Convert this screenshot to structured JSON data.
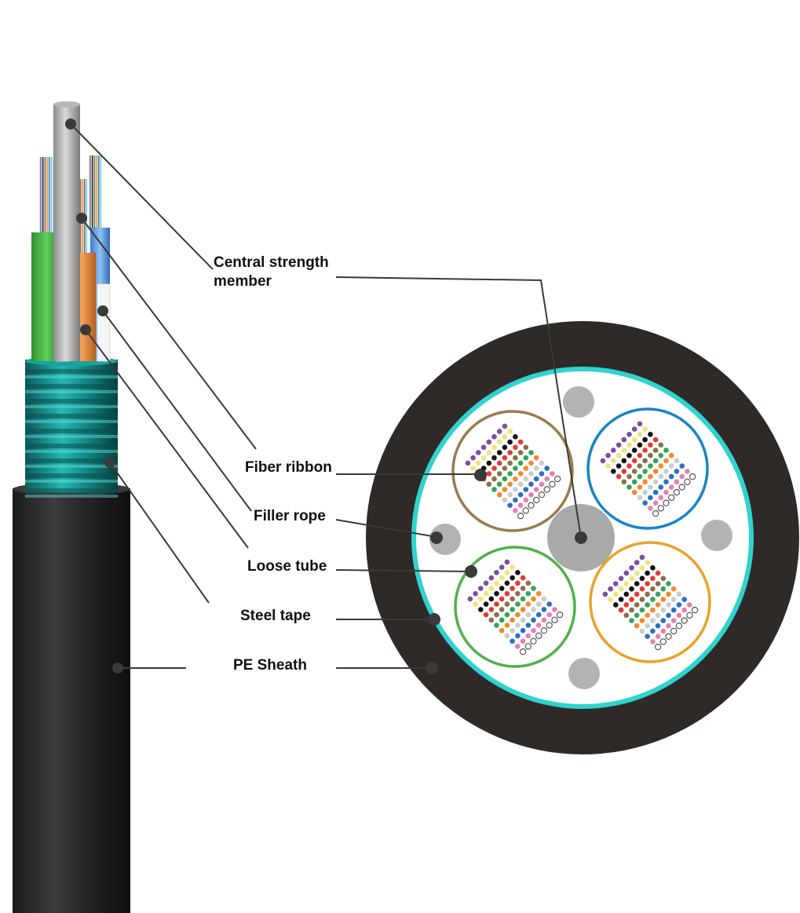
{
  "labels": {
    "central_strength_member": "Central strength\nmember",
    "fiber_ribbon": "Fiber ribbon",
    "filler_rope": "Filler rope",
    "loose_tube": "Loose tube",
    "steel_tape": "Steel tape",
    "pe_sheath": "PE Sheath"
  },
  "colors": {
    "sheath": "#2f2a27",
    "steel_tape": "#2fd3cf",
    "strength_member": "#a9a9a9",
    "filler": "#b3b3b3",
    "tube_brown": "#9b7b4e",
    "tube_blue": "#1a83c6",
    "tube_green": "#4db24a",
    "tube_orange": "#e8a22b",
    "leader_line": "#3a3a3a",
    "fiber_colors": [
      "#7b4fa0",
      "#f1e37a",
      "#111111",
      "#e23b32",
      "#8b7043",
      "#36a35a",
      "#f08a2a",
      "#cccccc",
      "#2d6fc0",
      "#e77fb1",
      "#7fd0cc"
    ]
  }
}
